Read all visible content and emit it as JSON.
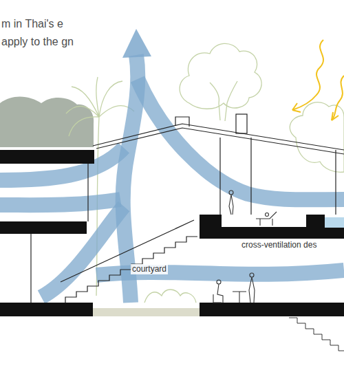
{
  "diagram": {
    "labels": [
      "m in Thai's e apply to the gn",
      "cross-ventilation des",
      "courtyard"
    ]
  }
}
